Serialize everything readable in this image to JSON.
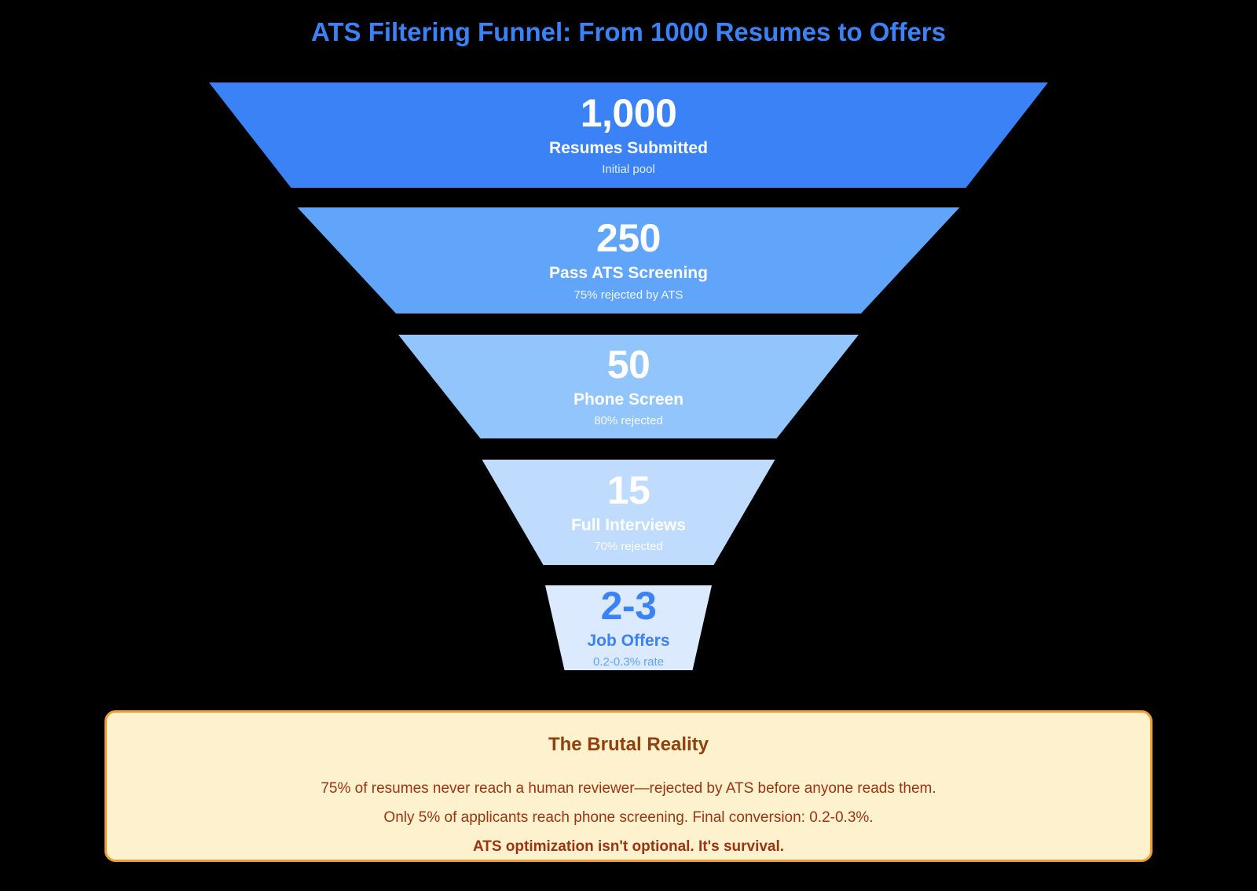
{
  "title": "ATS Filtering Funnel: From 1000 Resumes to Offers",
  "colors": {
    "background": "#000000",
    "title": "#3b82f6",
    "callout_bg": "#fdf2cd",
    "callout_border": "#f0a030",
    "callout_title": "#92400e",
    "callout_text": "#9a3412"
  },
  "funnel": {
    "segments": [
      {
        "value": "1,000",
        "label": "Resumes Submitted",
        "sublabel": "Initial pool",
        "fill": "#3b82f6",
        "text_color": "#ffffff",
        "sublabel_color": "rgba(255,255,255,0.85)"
      },
      {
        "value": "250",
        "label": "Pass ATS Screening",
        "sublabel": "75% rejected by ATS",
        "fill": "#60a5fa",
        "text_color": "#ffffff",
        "sublabel_color": "rgba(255,255,255,0.9)"
      },
      {
        "value": "50",
        "label": "Phone Screen",
        "sublabel": "80% rejected",
        "fill": "#93c5fd",
        "text_color": "#ffffff",
        "sublabel_color": "rgba(255,255,255,0.9)"
      },
      {
        "value": "15",
        "label": "Full Interviews",
        "sublabel": "70% rejected",
        "fill": "#bfdbfe",
        "text_color": "#ffffff",
        "sublabel_color": "rgba(255,255,255,0.95)"
      },
      {
        "value": "2-3",
        "label": "Job Offers",
        "sublabel": "0.2-0.3% rate",
        "fill": "#dbeafe",
        "text_color": "#3b82f6",
        "sublabel_color": "#60a5fa"
      }
    ]
  },
  "callout": {
    "title": "The Brutal Reality",
    "lines": [
      "75% of resumes never reach a human reviewer—rejected by ATS before anyone reads them.",
      "Only 5% of applicants reach phone screening. Final conversion: 0.2-0.3%.",
      "ATS optimization isn't optional. It's survival."
    ]
  },
  "chart_data": {
    "type": "funnel",
    "title": "ATS Filtering Funnel: From 1000 Resumes to Offers",
    "stages": [
      "Resumes Submitted",
      "Pass ATS Screening",
      "Phone Screen",
      "Full Interviews",
      "Job Offers"
    ],
    "values": [
      1000,
      250,
      50,
      15,
      2.5
    ],
    "value_labels": [
      "1,000",
      "250",
      "50",
      "15",
      "2-3"
    ],
    "stage_notes": [
      "Initial pool",
      "75% rejected by ATS",
      "80% rejected",
      "70% rejected",
      "0.2-0.3% rate"
    ],
    "fills": [
      "#3b82f6",
      "#60a5fa",
      "#93c5fd",
      "#bfdbfe",
      "#dbeafe"
    ],
    "annotations": [
      "The Brutal Reality",
      "75% of resumes never reach a human reviewer—rejected by ATS before anyone reads them.",
      "Only 5% of applicants reach phone screening. Final conversion: 0.2-0.3%.",
      "ATS optimization isn't optional. It's survival."
    ],
    "legend_position": "none",
    "grid": false
  }
}
